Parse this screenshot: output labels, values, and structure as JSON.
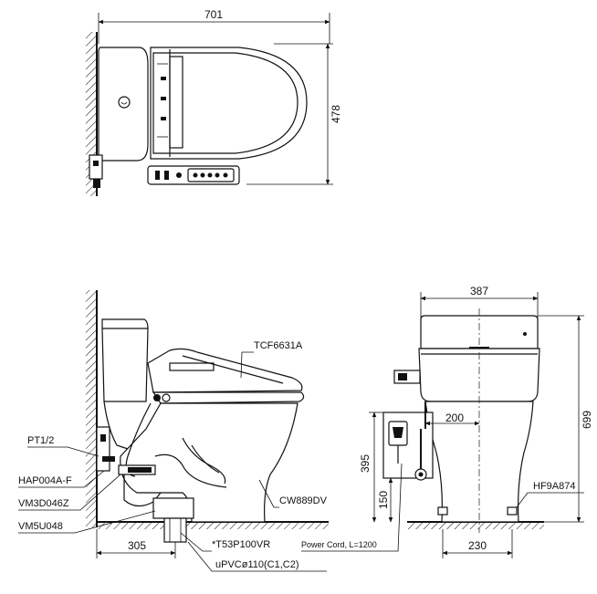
{
  "top_view": {
    "width_dim": "701",
    "depth_dim": "478"
  },
  "side_view": {
    "rough_in_dim": "305",
    "labels": {
      "seat": "TCF6631A",
      "supply": "PT1/2",
      "hose": "HAP004A-F",
      "valve": "VM3D046Z",
      "flange": "VM5U048",
      "bowl": "CW889DV",
      "trap": "*T53P100VR",
      "pipe": "uPVCø110(C1,C2)"
    }
  },
  "front_view": {
    "width_dim": "387",
    "height_dim": "699",
    "outlet_height_dim": "395",
    "low_dim": "150",
    "offset_dim": "200",
    "base_dim": "230",
    "fitting_label": "HF9A874",
    "cord_label": "Power Cord, L=1200"
  }
}
